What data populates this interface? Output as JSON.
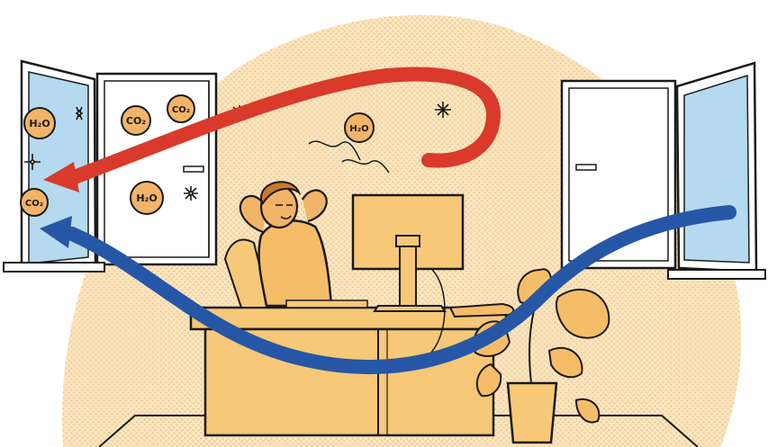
{
  "colors": {
    "background": "#ffffff",
    "halo": "#f6d7a6",
    "skin": "#f2b468",
    "shirt": "#f6bd68",
    "hair": "#c97b2a",
    "desk": "#f6c877",
    "window_glass": "#b5d9ee",
    "window_frame": "#ffffff",
    "outline": "#1b1b1b",
    "stale_air_arrow": "#d93a2b",
    "fresh_air_arrow": "#2657a6",
    "molecule": "#f2b468",
    "plant": "#f6bd68"
  },
  "molecules": [
    {
      "label": "H₂O"
    },
    {
      "label": "CO₂"
    },
    {
      "label": "CO₂"
    },
    {
      "label": "H₂O"
    },
    {
      "label": "H₂O"
    },
    {
      "label": "CO₂"
    }
  ]
}
